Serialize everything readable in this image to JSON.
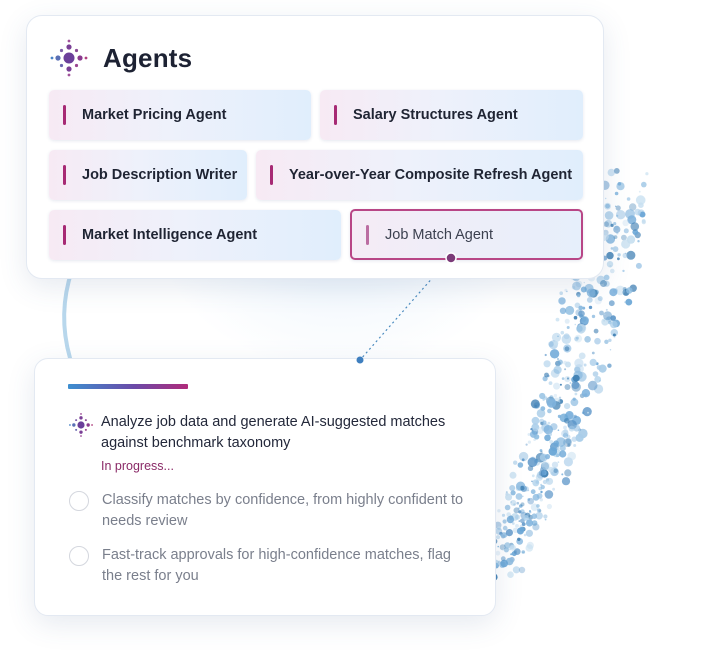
{
  "agents": {
    "title": "Agents",
    "logo_icon": "sparkle-dots-icon",
    "items": [
      {
        "label": "Market Pricing Agent",
        "selected": false
      },
      {
        "label": "Salary Structures Agent",
        "selected": false
      },
      {
        "label": "Job Description Writer",
        "selected": false
      },
      {
        "label": "Year-over-Year Composite Refresh Agent",
        "selected": false
      },
      {
        "label": "Market Intelligence Agent",
        "selected": false
      },
      {
        "label": "Job Match Agent",
        "selected": true
      }
    ]
  },
  "task_panel": {
    "tasks": [
      {
        "text": "Analyze job data and generate AI-suggested matches against benchmark taxonomy",
        "status": "In progress...",
        "state": "active",
        "icon": "sparkle-dots-icon"
      },
      {
        "text": "Classify matches by confidence, from highly confident to needs review",
        "state": "pending",
        "icon": "radio-empty-icon"
      },
      {
        "text": "Fast-track approvals for high-confidence matches, flag the rest for you",
        "state": "pending",
        "icon": "radio-empty-icon"
      }
    ]
  },
  "colors": {
    "accent_magenta": "#a72a74",
    "accent_blue": "#3d8fd0",
    "title_text": "#1d2233",
    "status_text": "#8a2a67"
  }
}
